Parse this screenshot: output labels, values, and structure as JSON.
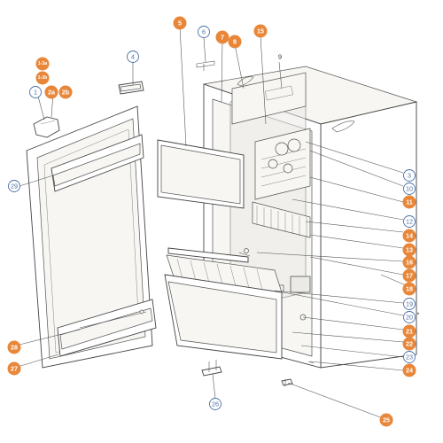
{
  "colors": {
    "marker_fill": "#e8873a",
    "outline_ring": "#4a6fa5",
    "line": "#555555"
  },
  "callouts": {
    "c1_3a": "1-3a",
    "c1_3b": "1-3b",
    "c1": "1",
    "c2a": "2a",
    "c2b": "2b",
    "c3": "3",
    "c4": "4",
    "c5": "5",
    "c6": "6",
    "c7": "7",
    "c8": "8",
    "c9": "9",
    "c10": "10",
    "c11": "11",
    "c12": "12",
    "c13": "13",
    "c14": "14",
    "c15": "15",
    "c16": "16",
    "c17": "17",
    "c18": "18",
    "c19": "19",
    "c20": "20",
    "c20_star": "*",
    "c21": "21",
    "c22": "22",
    "c23": "23",
    "c24": "24",
    "c25": "25",
    "c26": "26",
    "c27": "27",
    "c28": "28",
    "c29": "29"
  }
}
